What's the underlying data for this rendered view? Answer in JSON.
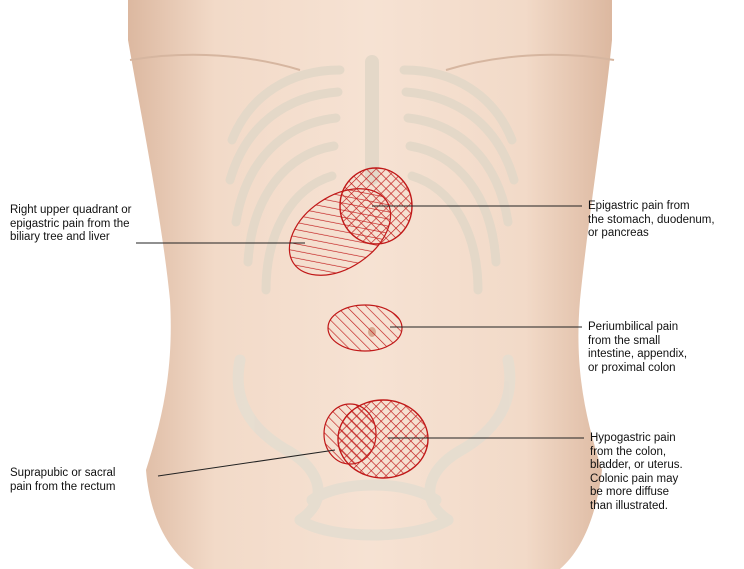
{
  "regions": [
    {
      "id": "ruq",
      "label_lines": [
        "Right upper quadrant or",
        "epigastric pain from the",
        "biliary tree and liver"
      ]
    },
    {
      "id": "epigastric",
      "label_lines": [
        "Epigastric pain from",
        "the stomach, duodenum,",
        "or pancreas"
      ]
    },
    {
      "id": "periumbilical",
      "label_lines": [
        "Periumbilical pain",
        "from the small",
        "intestine, appendix,",
        "or proximal colon"
      ]
    },
    {
      "id": "suprapubic",
      "label_lines": [
        "Suprapubic or sacral",
        "pain from the rectum"
      ]
    },
    {
      "id": "hypogastric",
      "label_lines": [
        "Hypogastric pain",
        "from the colon,",
        "bladder, or uterus.",
        "Colonic pain may",
        "be more diffuse",
        "than illustrated."
      ]
    }
  ],
  "colors": {
    "skin": "#f0d6c2",
    "bone": "#e6ddd0",
    "hatch": "#c01818",
    "leader": "#222222"
  }
}
